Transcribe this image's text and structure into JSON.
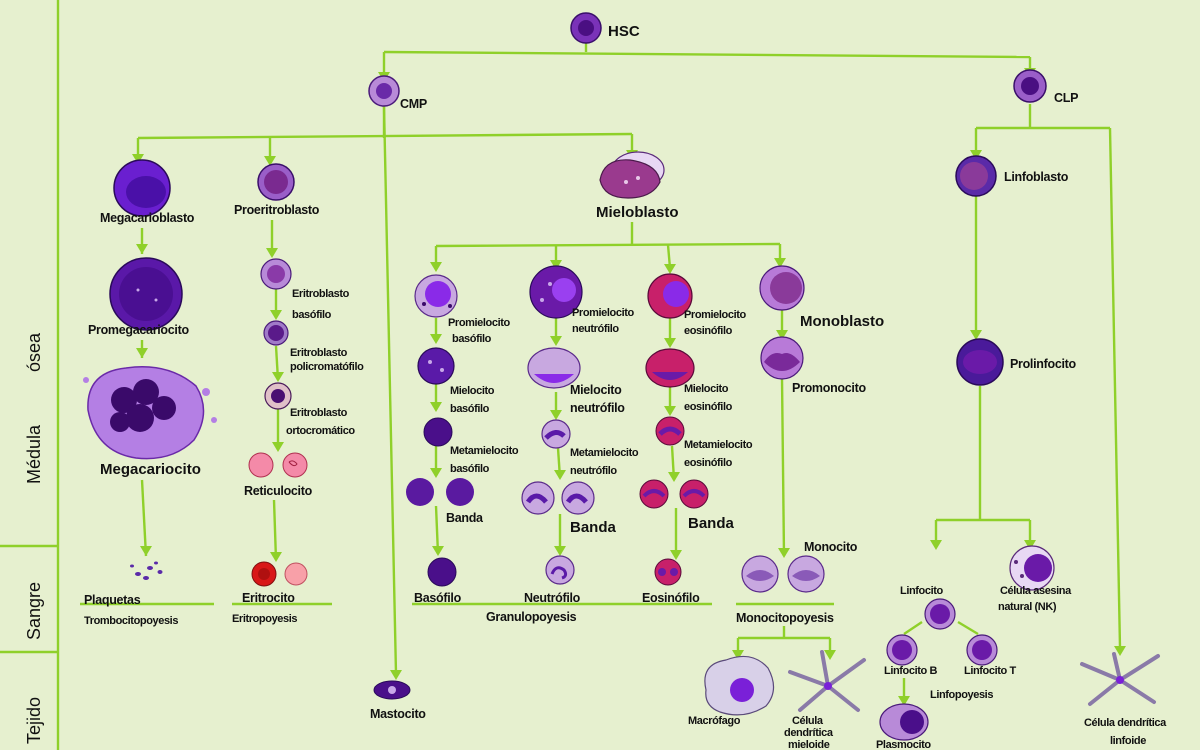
{
  "side_labels": {
    "tejido": "Tejido",
    "sangre": "Sangre",
    "medula": "Médula",
    "osea": "ósea"
  },
  "cells": {
    "hsc": "HSC",
    "cmp": "CMP",
    "clp": "CLP",
    "megacarioblasto": "Megacarioblasto",
    "proeritroblasto": "Proeritroblasto",
    "mieloblasto": "Mieloblasto",
    "linfoblasto": "Linfoblasto",
    "promegacariocito": "Promegacariocito",
    "megacariocito": "Megacariocito",
    "plaquetas": "Plaquetas",
    "trombocitopoyesis": "Trombocitopoyesis",
    "eritro_basofilo_1": "Eritroblasto",
    "eritro_basofilo_2": "basófilo",
    "eritro_poli_1": "Eritroblasto",
    "eritro_poli_2": "policromatófilo",
    "eritro_orto_1": "Eritroblasto",
    "eritro_orto_2": "ortocromático",
    "reticulocito": "Reticulocito",
    "eritrocito": "Eritrocito",
    "eritropoyesis": "Eritropoyesis",
    "promielo_baso_1": "Promielocito",
    "promielo_baso_2": "basófilo",
    "promielo_neutro_1": "Promielocito",
    "promielo_neutro_2": "neutrófilo",
    "promielo_eosino_1": "Promielocito",
    "promielo_eosino_2": "eosinófilo",
    "monoblasto": "Monoblasto",
    "mielo_baso_1": "Mielocito",
    "mielo_baso_2": "basófilo",
    "mielo_neutro_1": "Mielocito",
    "mielo_neutro_2": "neutrófilo",
    "mielo_eosino_1": "Mielocito",
    "mielo_eosino_2": "eosinófilo",
    "promonocito": "Promonocito",
    "meta_baso_1": "Metamielocito",
    "meta_baso_2": "basófilo",
    "meta_neutro_1": "Metamielocito",
    "meta_neutro_2": "neutrófilo",
    "meta_eosino_1": "Metamielocito",
    "meta_eosino_2": "eosinófilo",
    "banda_baso": "Banda",
    "banda_neutro": "Banda",
    "banda_eosino": "Banda",
    "monocito": "Monocito",
    "basofilo": "Basófilo",
    "neutrofilo": "Neutrófilo",
    "eosinofilo": "Eosinófilo",
    "granulopoyesis": "Granulopoyesis",
    "monocitopoyesis": "Monocitopoyesis",
    "macrofago": "Macrófago",
    "cel_dend_mieloide_1": "Célula",
    "cel_dend_mieloide_2": "dendrítica",
    "cel_dend_mieloide_3": "mieloide",
    "mastocito": "Mastocito",
    "prolinfocito": "Prolinfocito",
    "linfocito": "Linfocito",
    "nk_1": "Célula asesina",
    "nk_2": "natural (NK)",
    "linfocito_b": "Linfocito B",
    "linfocito_t": "Linfocito T",
    "linfopoyesis": "Linfopoyesis",
    "plasmocito": "Plasmocito",
    "cel_dend_linfoide_1": "Célula dendrítica",
    "cel_dend_linfoide_2": "linfoide"
  },
  "colors": {
    "background": "#e6f0cf",
    "line": "#8fd02a",
    "purple_dark": "#5a1a9a",
    "purple_mid": "#8a3fc7",
    "lilac": "#b47fd6",
    "magenta": "#c0246a",
    "pink": "#f27aa0",
    "red": "#d12020"
  }
}
